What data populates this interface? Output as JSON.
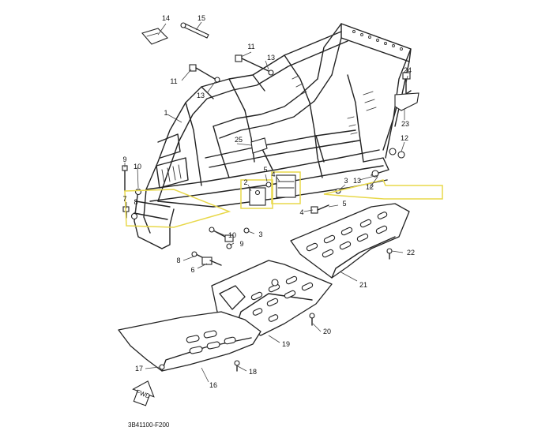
{
  "diagram": {
    "code": "3B41100-F200",
    "fwd_label": "FWD",
    "callouts": [
      {
        "id": "c14",
        "text": "14"
      },
      {
        "id": "c15",
        "text": "15"
      },
      {
        "id": "c11a",
        "text": "11"
      },
      {
        "id": "c13a",
        "text": "13"
      },
      {
        "id": "c11b",
        "text": "11"
      },
      {
        "id": "c13b",
        "text": "13"
      },
      {
        "id": "c24",
        "text": "24"
      },
      {
        "id": "c1",
        "text": "1"
      },
      {
        "id": "c23",
        "text": "23"
      },
      {
        "id": "c25",
        "text": "25"
      },
      {
        "id": "c9a",
        "text": "9"
      },
      {
        "id": "c10a",
        "text": "10"
      },
      {
        "id": "c12a",
        "text": "12"
      },
      {
        "id": "c5a",
        "text": "5"
      },
      {
        "id": "c2",
        "text": "2"
      },
      {
        "id": "c4a",
        "text": "4"
      },
      {
        "id": "c13c",
        "text": "13"
      },
      {
        "id": "c3a",
        "text": "3"
      },
      {
        "id": "c12b",
        "text": "12"
      },
      {
        "id": "c7",
        "text": "7"
      },
      {
        "id": "c8a",
        "text": "8"
      },
      {
        "id": "c4b",
        "text": "4"
      },
      {
        "id": "c5b",
        "text": "5"
      },
      {
        "id": "c3b",
        "text": "3"
      },
      {
        "id": "c10b",
        "text": "10"
      },
      {
        "id": "c9b",
        "text": "9"
      },
      {
        "id": "c8b",
        "text": "8"
      },
      {
        "id": "c6",
        "text": "6"
      },
      {
        "id": "c22",
        "text": "22"
      },
      {
        "id": "c21",
        "text": "21"
      },
      {
        "id": "c20",
        "text": "20"
      },
      {
        "id": "c19",
        "text": "19"
      },
      {
        "id": "c17",
        "text": "17"
      },
      {
        "id": "c18",
        "text": "18"
      },
      {
        "id": "c16",
        "text": "16"
      }
    ]
  }
}
